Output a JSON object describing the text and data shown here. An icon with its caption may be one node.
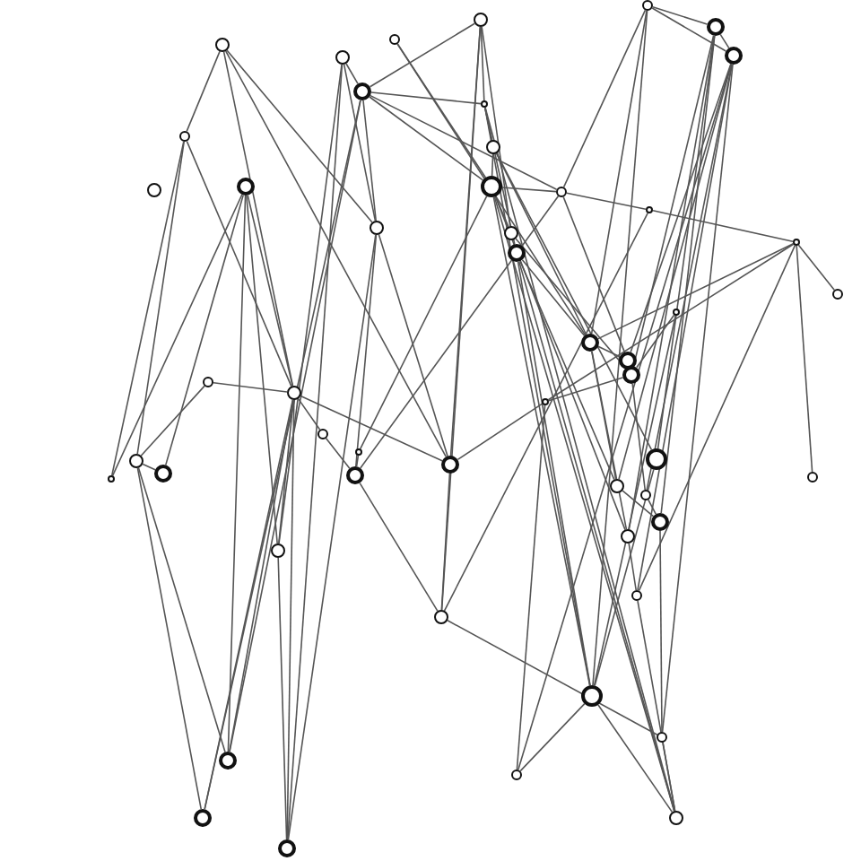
{
  "diagram": {
    "nodes": [
      {
        "text": [],
        "shape": "circle"
      },
      {
        "text": [],
        "shape": "circle"
      },
      {
        "text": [],
        "shape": "circle"
      },
      {
        "text": [],
        "shape": "circle"
      },
      {
        "text": [],
        "shape": "circle"
      },
      {
        "text": [],
        "shape": "circle"
      },
      {
        "text": [],
        "shape": "circle"
      },
      {
        "text": [],
        "shape": "circle"
      },
      {
        "text": [],
        "shape": "circle"
      },
      {
        "text": [],
        "shape": "circle"
      },
      {
        "text": [],
        "shape": "circle"
      },
      {
        "text": [],
        "shape": "circle"
      },
      {
        "text": [],
        "shape": "circle"
      },
      {
        "text": [],
        "shape": "circle"
      },
      {
        "text": [],
        "shape": "circle"
      },
      {
        "text": [],
        "shape": "circle"
      },
      {
        "text": [],
        "shape": "circle"
      },
      {
        "text": [],
        "shape": "circle"
      },
      {
        "text": [],
        "shape": "circle"
      },
      {
        "text": [],
        "shape": "circle"
      },
      {
        "text": [],
        "shape": "circle"
      },
      {
        "text": [],
        "shape": "circle"
      },
      {
        "text": [],
        "shape": "circle"
      },
      {
        "text": [],
        "shape": "circle"
      },
      {
        "text": [],
        "shape": "circle"
      },
      {
        "text": [],
        "shape": "circle"
      },
      {
        "text": [],
        "shape": "circle"
      },
      {
        "text": [],
        "shape": "circle"
      },
      {
        "text": [],
        "shape": "circle"
      },
      {
        "text": [],
        "shape": "circle"
      },
      {
        "text": [],
        "shape": "circle"
      },
      {
        "text": [],
        "shape": "circle"
      },
      {
        "text": [],
        "shape": "circle"
      },
      {
        "text": [],
        "shape": "circle"
      },
      {
        "text": [],
        "shape": "circle"
      },
      {
        "text": [],
        "shape": "circle"
      },
      {
        "text": [],
        "shape": "circle"
      },
      {
        "text": [],
        "shape": "circle"
      },
      {
        "text": [],
        "shape": "circle"
      },
      {
        "text": [],
        "shape": "circle"
      },
      {
        "text": [],
        "shape": "circle"
      },
      {
        "text": [],
        "shape": "circle"
      },
      {
        "text": [],
        "shape": "circle"
      },
      {
        "text": [],
        "shape": "circle"
      },
      {
        "text": [],
        "shape": "circle"
      },
      {
        "text": [],
        "shape": "circle"
      },
      {
        "text": [],
        "shape": "circle"
      },
      {
        "text": [],
        "shape": "circle"
      },
      {
        "text": [],
        "shape": "circle"
      },
      {
        "text": [],
        "shape": "circle"
      },
      {
        "text": [],
        "shape": "circle"
      }
    ],
    "edges": [
      {
        "from": 0,
        "to": 7,
        "arrow": "none"
      },
      {
        "from": 0,
        "to": 26,
        "arrow": "none"
      },
      {
        "from": 0,
        "to": 16,
        "arrow": "none"
      },
      {
        "from": 0,
        "to": 33,
        "arrow": "none"
      },
      {
        "from": 1,
        "to": 8,
        "arrow": "none"
      },
      {
        "from": 1,
        "to": 16,
        "arrow": "none"
      },
      {
        "from": 1,
        "to": 41,
        "arrow": "none"
      },
      {
        "from": 1,
        "to": 50,
        "arrow": "none"
      },
      {
        "from": 2,
        "to": 13,
        "arrow": "none"
      },
      {
        "from": 2,
        "to": 22,
        "arrow": "none"
      },
      {
        "from": 3,
        "to": 8,
        "arrow": "none"
      },
      {
        "from": 3,
        "to": 9,
        "arrow": "none"
      },
      {
        "from": 3,
        "to": 43,
        "arrow": "none"
      },
      {
        "from": 3,
        "to": 33,
        "arrow": "none"
      },
      {
        "from": 3,
        "to": 17,
        "arrow": "none"
      },
      {
        "from": 4,
        "to": 6,
        "arrow": "none"
      },
      {
        "from": 4,
        "to": 5,
        "arrow": "none"
      },
      {
        "from": 4,
        "to": 22,
        "arrow": "none"
      },
      {
        "from": 4,
        "to": 44,
        "arrow": "none"
      },
      {
        "from": 4,
        "to": 14,
        "arrow": "none"
      },
      {
        "from": 5,
        "to": 6,
        "arrow": "none"
      },
      {
        "from": 5,
        "to": 24,
        "arrow": "none"
      },
      {
        "from": 5,
        "to": 39,
        "arrow": "none"
      },
      {
        "from": 5,
        "to": 40,
        "arrow": "none"
      },
      {
        "from": 5,
        "to": 34,
        "arrow": "none"
      },
      {
        "from": 6,
        "to": 36,
        "arrow": "none"
      },
      {
        "from": 6,
        "to": 38,
        "arrow": "none"
      },
      {
        "from": 6,
        "to": 42,
        "arrow": "none"
      },
      {
        "from": 6,
        "to": 45,
        "arrow": "none"
      },
      {
        "from": 6,
        "to": 23,
        "arrow": "none"
      },
      {
        "from": 6,
        "to": 47,
        "arrow": "none"
      },
      {
        "from": 7,
        "to": 26,
        "arrow": "none"
      },
      {
        "from": 7,
        "to": 30,
        "arrow": "none"
      },
      {
        "from": 8,
        "to": 9,
        "arrow": "none"
      },
      {
        "from": 8,
        "to": 13,
        "arrow": "none"
      },
      {
        "from": 8,
        "to": 16,
        "arrow": "none"
      },
      {
        "from": 8,
        "to": 48,
        "arrow": "none"
      },
      {
        "from": 8,
        "to": 46,
        "arrow": "none"
      },
      {
        "from": 8,
        "to": 14,
        "arrow": "none"
      },
      {
        "from": 9,
        "to": 12,
        "arrow": "none"
      },
      {
        "from": 9,
        "to": 18,
        "arrow": "none"
      },
      {
        "from": 9,
        "to": 44,
        "arrow": "none"
      },
      {
        "from": 9,
        "to": 49,
        "arrow": "none"
      },
      {
        "from": 12,
        "to": 13,
        "arrow": "none"
      },
      {
        "from": 12,
        "to": 22,
        "arrow": "none"
      },
      {
        "from": 12,
        "to": 34,
        "arrow": "none"
      },
      {
        "from": 13,
        "to": 14,
        "arrow": "none"
      },
      {
        "from": 13,
        "to": 17,
        "arrow": "none"
      },
      {
        "from": 13,
        "to": 40,
        "arrow": "none"
      },
      {
        "from": 13,
        "to": 44,
        "arrow": "none"
      },
      {
        "from": 13,
        "to": 49,
        "arrow": "none"
      },
      {
        "from": 14,
        "to": 15,
        "arrow": "none"
      },
      {
        "from": 14,
        "to": 23,
        "arrow": "none"
      },
      {
        "from": 15,
        "to": 19,
        "arrow": "none"
      },
      {
        "from": 15,
        "to": 43,
        "arrow": "none"
      },
      {
        "from": 17,
        "to": 24,
        "arrow": "none"
      },
      {
        "from": 18,
        "to": 22,
        "arrow": "none"
      },
      {
        "from": 18,
        "to": 36,
        "arrow": "none"
      },
      {
        "from": 18,
        "to": 44,
        "arrow": "none"
      },
      {
        "from": 18,
        "to": 49,
        "arrow": "none"
      },
      {
        "from": 19,
        "to": 20,
        "arrow": "none"
      },
      {
        "from": 19,
        "to": 37,
        "arrow": "none"
      },
      {
        "from": 19,
        "to": 42,
        "arrow": "none"
      },
      {
        "from": 19,
        "to": 22,
        "arrow": "none"
      },
      {
        "from": 19,
        "to": 27,
        "arrow": "none"
      },
      {
        "from": 21,
        "to": 24,
        "arrow": "none"
      },
      {
        "from": 21,
        "to": 44,
        "arrow": "none"
      },
      {
        "from": 22,
        "to": 23,
        "arrow": "none"
      },
      {
        "from": 22,
        "to": 36,
        "arrow": "none"
      },
      {
        "from": 22,
        "to": 40,
        "arrow": "none"
      },
      {
        "from": 24,
        "to": 27,
        "arrow": "none"
      },
      {
        "from": 24,
        "to": 38,
        "arrow": "none"
      },
      {
        "from": 25,
        "to": 26,
        "arrow": "none"
      },
      {
        "from": 25,
        "to": 30,
        "arrow": "none"
      },
      {
        "from": 26,
        "to": 28,
        "arrow": "none"
      },
      {
        "from": 26,
        "to": 33,
        "arrow": "none"
      },
      {
        "from": 26,
        "to": 41,
        "arrow": "none"
      },
      {
        "from": 26,
        "to": 46,
        "arrow": "none"
      },
      {
        "from": 26,
        "to": 50,
        "arrow": "none"
      },
      {
        "from": 27,
        "to": 33,
        "arrow": "none"
      },
      {
        "from": 27,
        "to": 47,
        "arrow": "none"
      },
      {
        "from": 28,
        "to": 35,
        "arrow": "none"
      },
      {
        "from": 29,
        "to": 35,
        "arrow": "none"
      },
      {
        "from": 29,
        "to": 13,
        "arrow": "none"
      },
      {
        "from": 30,
        "to": 31,
        "arrow": "none"
      },
      {
        "from": 30,
        "to": 48,
        "arrow": "none"
      },
      {
        "from": 30,
        "to": 46,
        "arrow": "none"
      },
      {
        "from": 32,
        "to": 7,
        "arrow": "none"
      },
      {
        "from": 32,
        "to": 11,
        "arrow": "none"
      },
      {
        "from": 31,
        "to": 11,
        "arrow": "none"
      },
      {
        "from": 33,
        "to": 43,
        "arrow": "none"
      },
      {
        "from": 33,
        "to": 16,
        "arrow": "none"
      },
      {
        "from": 34,
        "to": 44,
        "arrow": "none"
      },
      {
        "from": 35,
        "to": 16,
        "arrow": "none"
      },
      {
        "from": 35,
        "to": 43,
        "arrow": "none"
      },
      {
        "from": 35,
        "to": 14,
        "arrow": "none"
      },
      {
        "from": 36,
        "to": 39,
        "arrow": "none"
      },
      {
        "from": 38,
        "to": 39,
        "arrow": "none"
      },
      {
        "from": 39,
        "to": 45,
        "arrow": "none"
      },
      {
        "from": 40,
        "to": 42,
        "arrow": "none"
      },
      {
        "from": 41,
        "to": 50,
        "arrow": "none"
      },
      {
        "from": 42,
        "to": 49,
        "arrow": "none"
      },
      {
        "from": 43,
        "to": 45,
        "arrow": "none"
      },
      {
        "from": 44,
        "to": 49,
        "arrow": "none"
      },
      {
        "from": 44,
        "to": 47,
        "arrow": "none"
      },
      {
        "from": 45,
        "to": 49,
        "arrow": "none"
      },
      {
        "from": 46,
        "to": 11,
        "arrow": "none"
      },
      {
        "from": 48,
        "to": 26,
        "arrow": "none"
      },
      {
        "from": 50,
        "to": 16,
        "arrow": "none"
      },
      {
        "from": 11,
        "to": 26,
        "arrow": "none"
      },
      {
        "from": 11,
        "to": 41,
        "arrow": "none"
      }
    ]
  }
}
